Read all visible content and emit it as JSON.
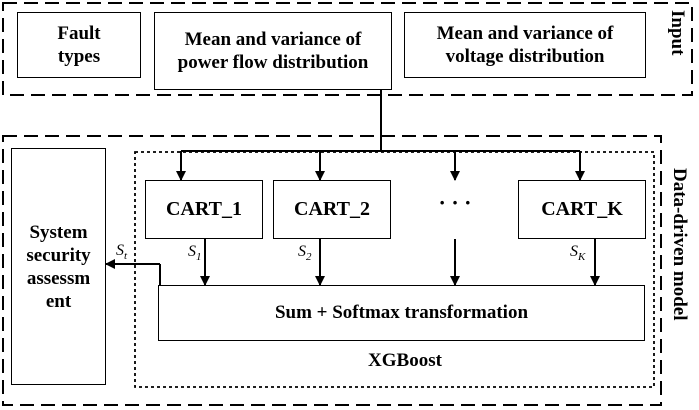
{
  "input_section": {
    "label": "Input",
    "boxes": [
      {
        "label": "Fault types"
      },
      {
        "label": "Mean and variance of power flow distribution"
      },
      {
        "label": "Mean and variance of voltage distribution"
      }
    ]
  },
  "model_section": {
    "label": "Data-driven model",
    "carts": [
      {
        "label": "CART_1",
        "signal": "S",
        "sub": "1"
      },
      {
        "label": "CART_2",
        "signal": "S",
        "sub": "2"
      },
      {
        "label": "· · ·"
      },
      {
        "label": "CART_K",
        "signal": "S",
        "sub": "K"
      }
    ],
    "sum_box": "Sum + Softmax transformation",
    "xgboost_label": "XGBoost",
    "output_signal": {
      "signal": "S",
      "sub": "t"
    }
  },
  "assessment_box": "System security assessm ent"
}
